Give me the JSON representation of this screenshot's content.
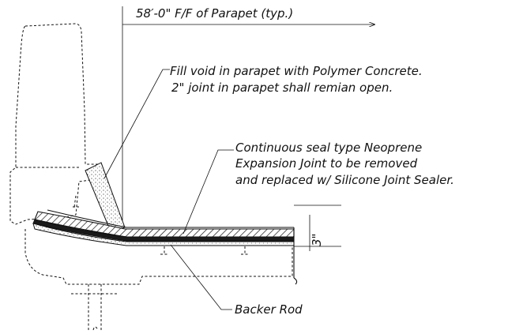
{
  "dimension": {
    "label": "58′-0\" F/F of Parapet (typ.)"
  },
  "notes": {
    "polymer": {
      "line1": "Fill void in parapet with Polymer Concrete.",
      "line2": "2\" joint in parapet shall remian open."
    },
    "seal": {
      "line1": "Continuous seal type Neoprene",
      "line2": "Expansion Joint to be removed",
      "line3": "and replaced w/ Silicone Joint Sealer."
    },
    "backer": {
      "line1": "Backer Rod"
    },
    "depth": {
      "label": "3\""
    }
  }
}
